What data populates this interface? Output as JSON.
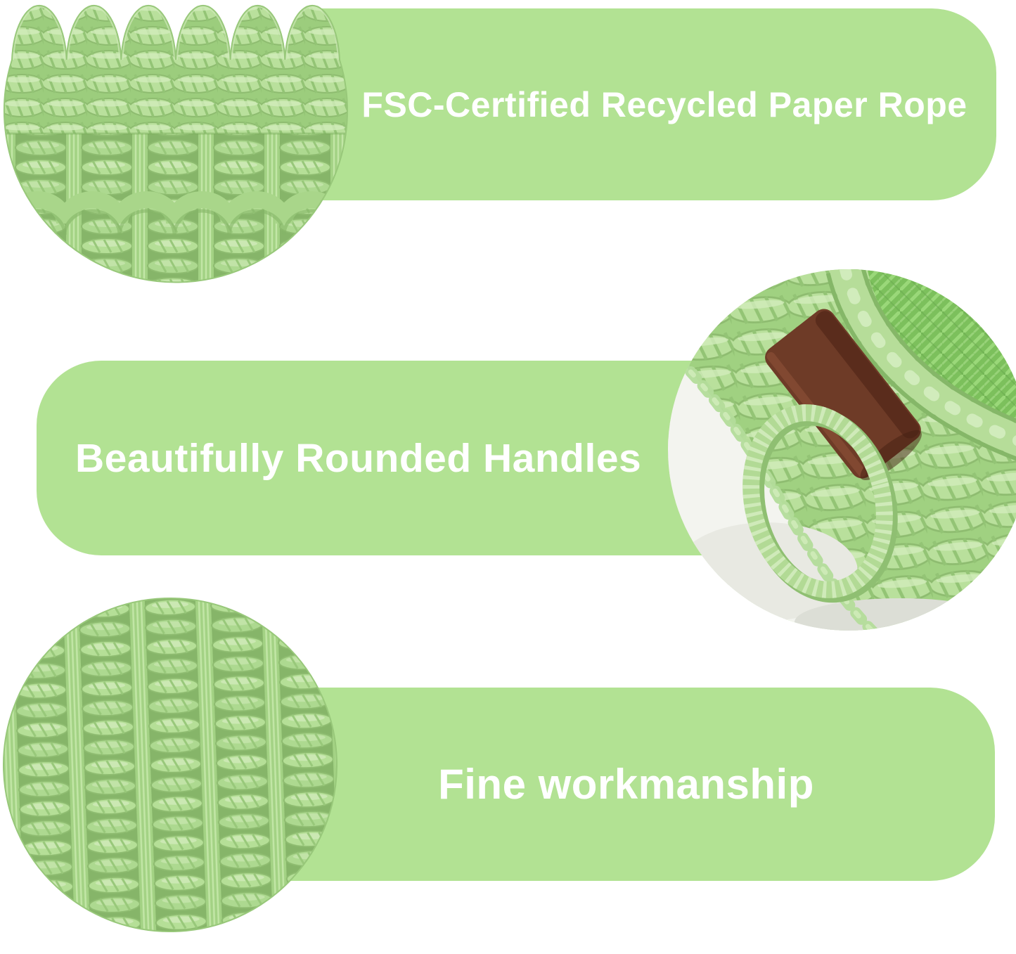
{
  "poster": {
    "background": "#ffffff",
    "accent_green": "#b2e293",
    "text_color": "#ffffff",
    "weave_green": "#b9df9c",
    "leather_brown": "#6e3b27",
    "features": [
      {
        "label": "FSC-Certified Recycled Paper Rope",
        "photo": "basket-scalloped-rim-closeup"
      },
      {
        "label": "Beautifully Rounded Handles",
        "photo": "basket-rounded-handle-closeup"
      },
      {
        "label": "Fine workmanship",
        "photo": "basket-weave-texture-closeup"
      }
    ]
  }
}
